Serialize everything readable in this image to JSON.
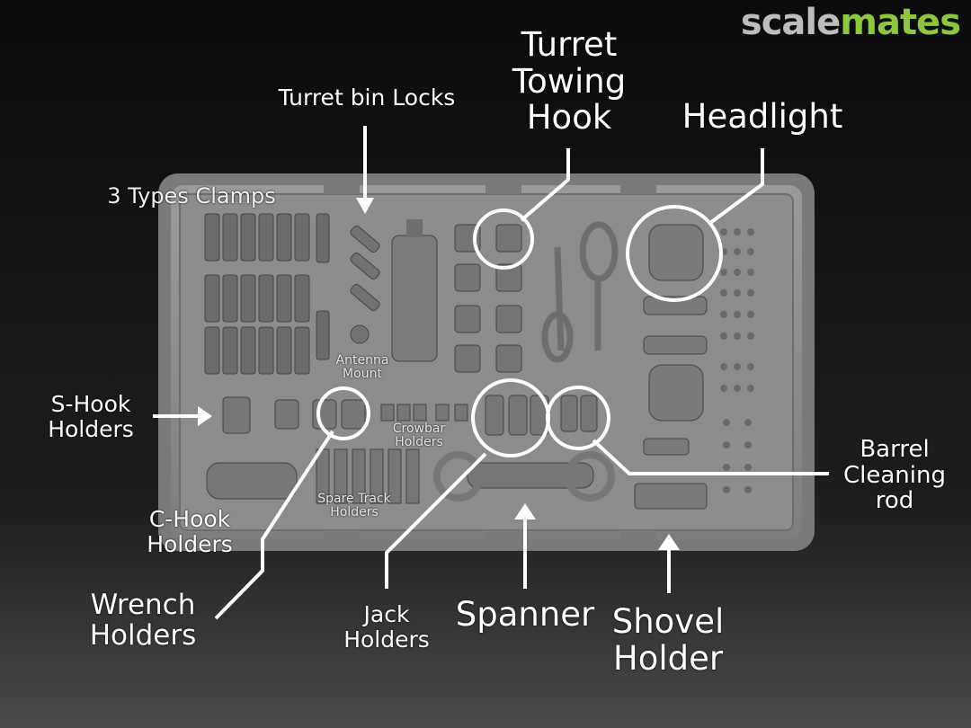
{
  "logo": {
    "part1": "scale",
    "part2": "mates",
    "color1": "#bdbdbd",
    "color2": "#8dc63f"
  },
  "labels": {
    "turret_bin_locks": "Turret bin Locks",
    "turret_towing_hook": "Turret\nTowing\nHook",
    "headlight": "Headlight",
    "three_types_clamps": "3 Types Clamps",
    "antenna_mount": "Antenna\nMount",
    "s_hook_holders": "S-Hook\nHolders",
    "crowbar_holders": "Crowbar\nHolders",
    "barrel_cleaning_rod": "Barrel\nCleaning\nrod",
    "spare_track_holders": "Spare Track\nHolders",
    "c_hook_holders": "C-Hook\nHolders",
    "wrench_holders": "Wrench\nHolders",
    "jack_holders": "Jack\nHolders",
    "spanner": "Spanner",
    "shovel_holder": "Shovel\nHolder"
  },
  "colors": {
    "tray": "#8f8f8f",
    "tray_dark": "#6a6a6a",
    "annotation": "#ffffff"
  }
}
